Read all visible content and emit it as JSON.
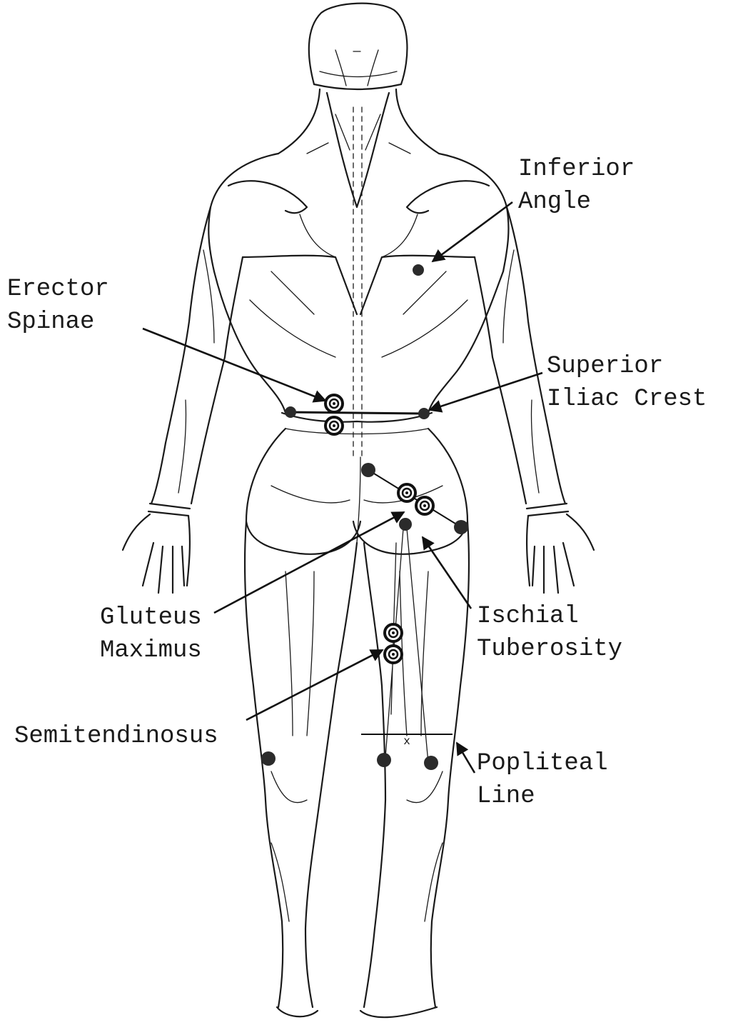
{
  "labels": {
    "inferior_angle": [
      "Inferior",
      "Angle"
    ],
    "erector_spinae": [
      "Erector",
      "Spinae"
    ],
    "superior_iliac_crest": [
      "Superior",
      "Iliac Crest"
    ],
    "gluteus_maximus": [
      "Gluteus",
      "Maximus"
    ],
    "ischial_tuberosity": [
      "Ischial",
      "Tuberosity"
    ],
    "semitendinosus": [
      "Semitendinosus"
    ],
    "popliteal_line": [
      "Popliteal",
      "Line"
    ]
  },
  "colors": {
    "ink": "#1a1a1a",
    "background": "#ffffff"
  }
}
